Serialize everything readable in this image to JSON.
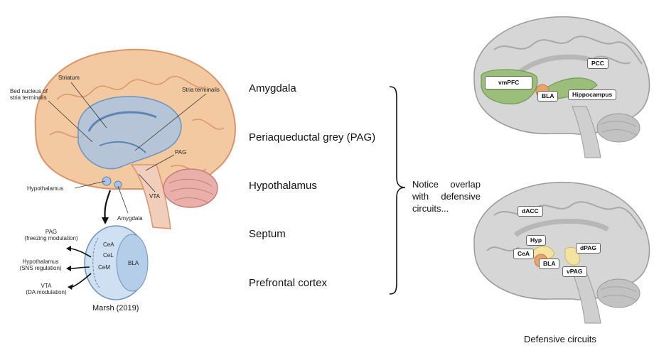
{
  "left_figure": {
    "labels": {
      "striatum": "Striatum",
      "bed_nucleus": "Bed nucleus of stria terminalis",
      "stria_terminalis": "Stria terminalis",
      "pag": "PAG",
      "hypothalamus": "Hypothalamus",
      "vta": "VTA",
      "amygdala": "Amygdala"
    },
    "inset": {
      "nuclei": [
        "CeA",
        "CeL",
        "CeM",
        "BLA"
      ],
      "outputs": [
        {
          "name": "PAG",
          "note": "(freezing modulation)"
        },
        {
          "name": "Hypothalamus",
          "note": "(SNS regulation)"
        },
        {
          "name": "VTA",
          "note": "(DA modulation)"
        }
      ]
    },
    "citation": "Marsh (2019)"
  },
  "list": [
    "Amygdala",
    "Periaqueductal grey (PAG)",
    "Hypothalamus",
    "Septum",
    "Prefrontal cortex"
  ],
  "note": "Notice overlap with defensive circuits...",
  "top_brain": {
    "tags": {
      "vmpfc": "vmPFC",
      "pcc": "PCC",
      "bla": "BLA",
      "hippocampus": "Hippocampus"
    }
  },
  "bottom_brain": {
    "tags": {
      "dacc": "dACC",
      "hyp": "Hyp",
      "cea": "CeA",
      "bla": "BLA",
      "dpag": "dPAG",
      "vpag": "vPAG"
    },
    "caption": "Defensive circuits"
  },
  "colors": {
    "cortex": "#f3c9a2",
    "cortex_line": "#d9956a",
    "limbic": "#a9c3e0",
    "gyri": "#c9c9c9",
    "green": "#9bbf7a",
    "orange": "#e9a36b",
    "yellow": "#f3e3a0"
  }
}
